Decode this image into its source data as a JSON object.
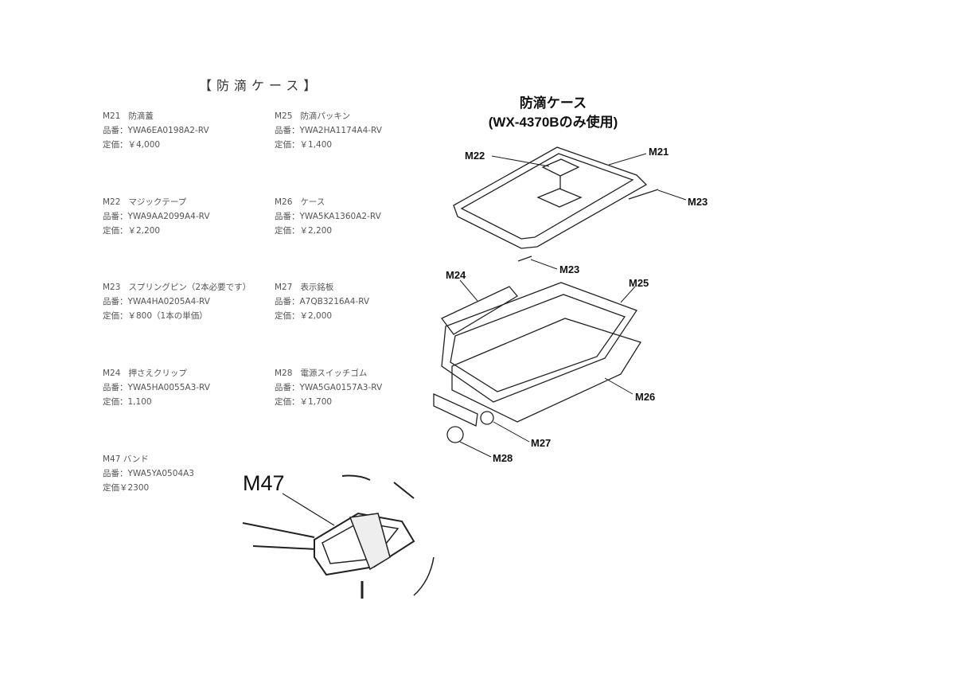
{
  "heading": "【防滴ケース】",
  "parts": [
    {
      "code": "M21",
      "name": "防滴蓋",
      "part_no": "品番：YWA6EA0198A2-RV",
      "price": "定価：￥4,000"
    },
    {
      "code": "M25",
      "name": "防滴パッキン",
      "part_no": "品番：YWA2HA1174A4-RV",
      "price": "定価：￥1,400"
    },
    {
      "code": "M22",
      "name": "マジックテープ",
      "part_no": "品番：YWA9AA2099A4-RV",
      "price": "定価：￥2,200"
    },
    {
      "code": "M26",
      "name": "ケース",
      "part_no": "品番：YWA5KA1360A2-RV",
      "price": "定価：￥2,200"
    },
    {
      "code": "M23",
      "name": "スプリングピン（2本必要です）",
      "part_no": "品番：YWA4HA0205A4-RV",
      "price": "定価：￥800（1本の単価）"
    },
    {
      "code": "M27",
      "name": "表示銘板",
      "part_no": "品番：A7QB3216A4-RV",
      "price": "定価：￥2,000"
    },
    {
      "code": "M24",
      "name": "押さえクリップ",
      "part_no": "品番：YWA5HA0055A3-RV",
      "price": "定価：1,100"
    },
    {
      "code": "M28",
      "name": "電源スイッチゴム",
      "part_no": "品番：YWA5GA0157A3-RV",
      "price": "定価：￥1,700"
    },
    {
      "code": "M47",
      "name": "バンド",
      "part_no": "品番：YWA5YA0504A3",
      "price": "定価￥2300"
    }
  ],
  "diagram": {
    "title_line1": "防滴ケース",
    "title_line2": "(WX-4370Bのみ使用)",
    "labels": {
      "m21": "M21",
      "m22": "M22",
      "m23a": "M23",
      "m23b": "M23",
      "m24": "M24",
      "m25": "M25",
      "m26": "M26",
      "m27": "M27",
      "m28": "M28"
    }
  },
  "band_diagram": {
    "label": "M47"
  }
}
